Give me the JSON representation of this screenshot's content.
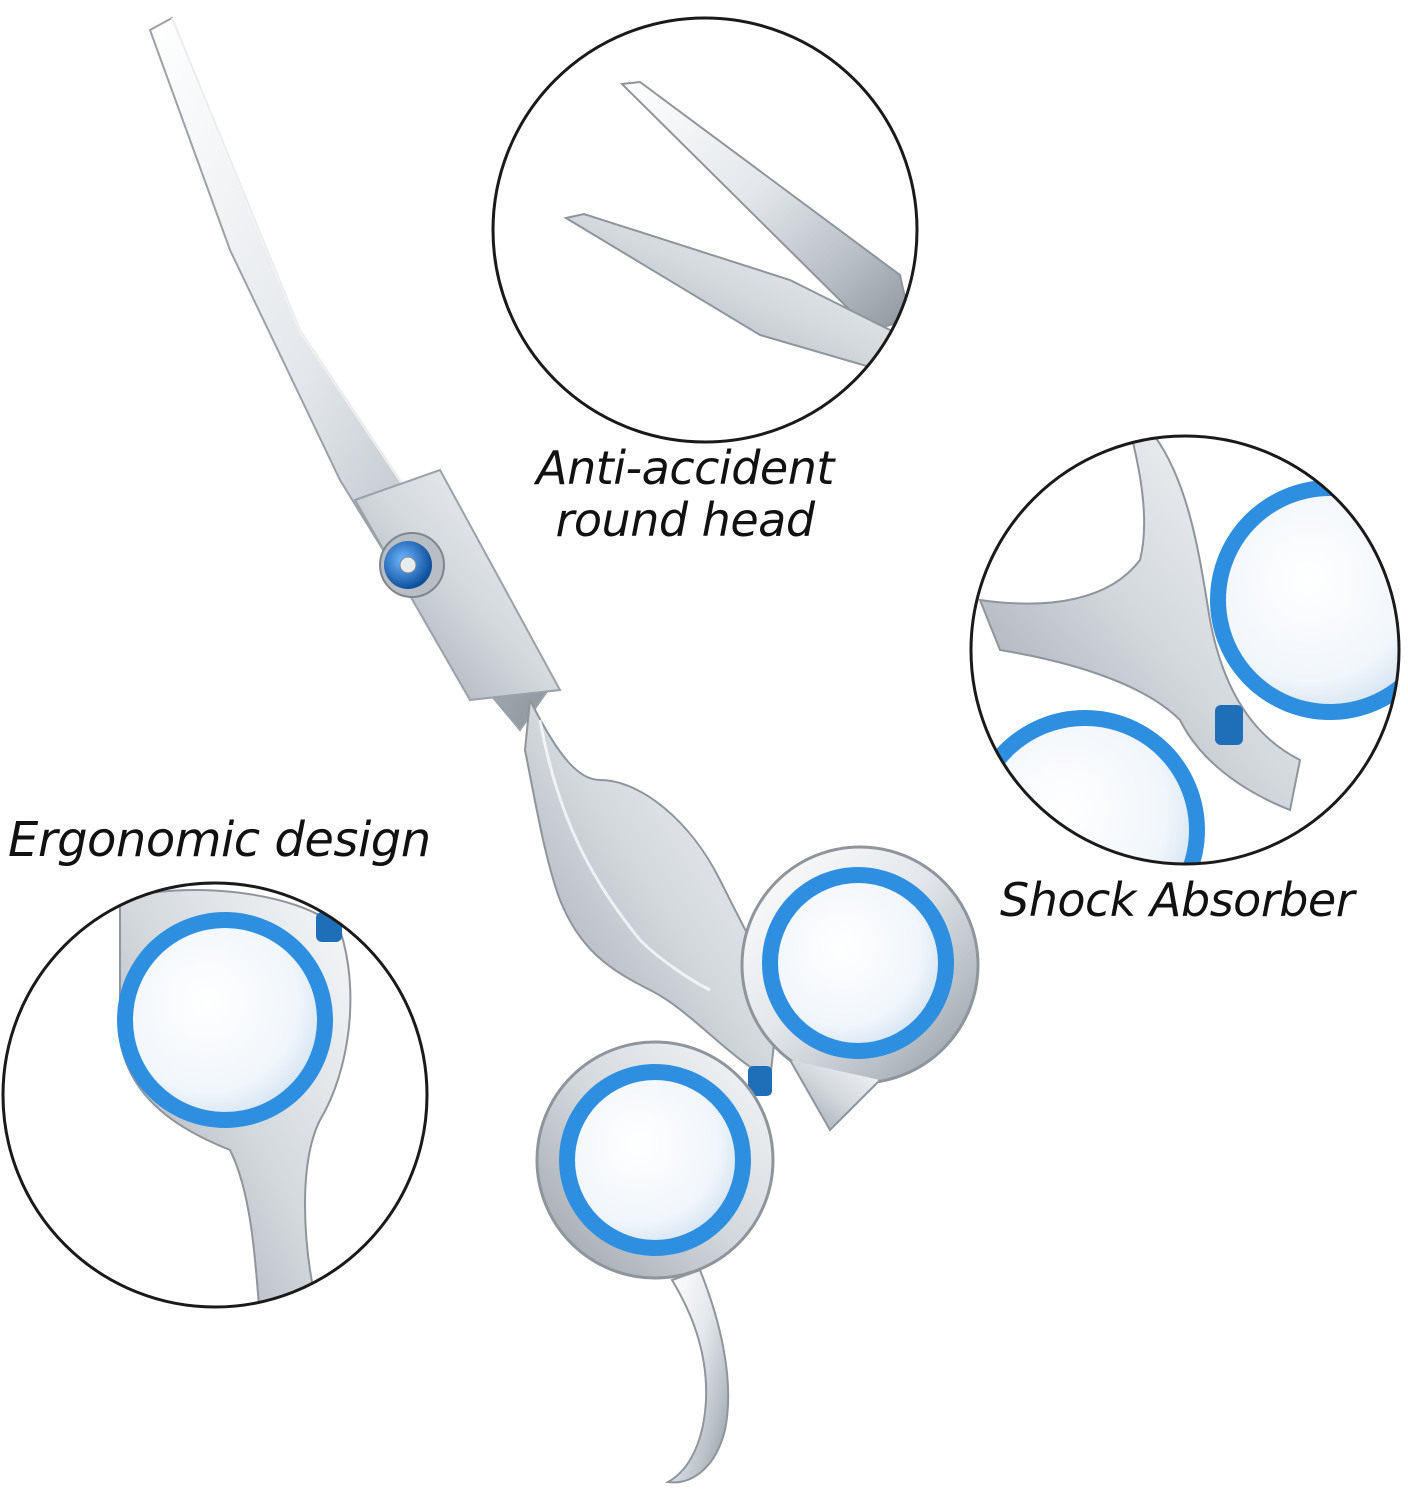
{
  "callouts": {
    "anti_accident": {
      "line1": "Anti-accident",
      "line2": "round head"
    },
    "ergonomic": {
      "label": "Ergonomic design"
    },
    "shock": {
      "label": "Shock Absorber"
    }
  },
  "colors": {
    "background": "#ffffff",
    "steel_light": "#f4f6f8",
    "steel_mid": "#c9ced4",
    "steel_dark": "#8e959c",
    "ring_blue": "#2e8fe0",
    "ring_blue_dark": "#1f6fb8",
    "circle_outline": "#1a1a1a",
    "text": "#111111"
  }
}
